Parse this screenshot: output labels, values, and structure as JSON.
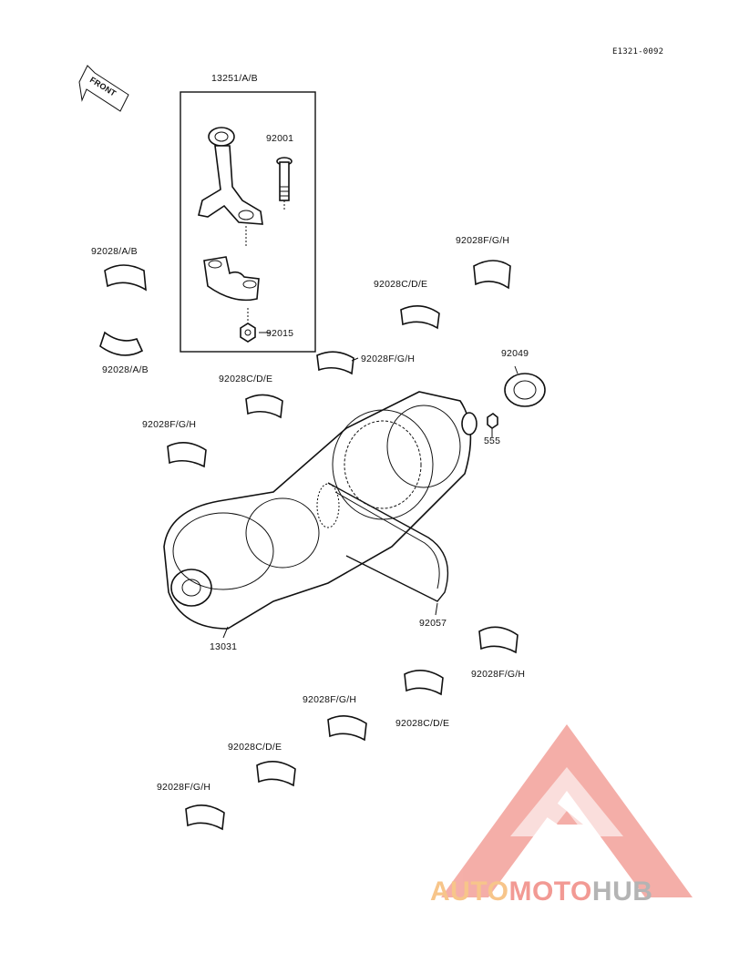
{
  "diagram": {
    "code": "E1321-0092",
    "front_label": "FRONT",
    "labels": {
      "conrod_assy": "13251/A/B",
      "conrod_bolt": "92001",
      "conrod_nut": "92015",
      "brg_ab_top": "92028/A/B",
      "brg_ab_bottom": "92028/A/B",
      "brg_fgh_1": "92028F/G/H",
      "brg_cde_1": "92028C/D/E",
      "brg_fgh_2": "92028F/G/H",
      "oil_seal": "92049",
      "pin": "555",
      "brg_cde_2": "92028C/D/E",
      "brg_fgh_3": "92028F/G/H",
      "crankshaft": "13031",
      "chain": "92057",
      "brg_fgh_4": "92028F/G/H",
      "brg_cde_3": "92028C/D/E",
      "brg_fgh_5": "92028F/G/H",
      "brg_cde_4": "92028C/D/E",
      "brg_fgh_6": "92028F/G/H"
    }
  },
  "watermark": {
    "word_auto": "AUTO",
    "word_moto": "MOTO",
    "word_hub": "HUB",
    "color_auto": "#f7c58a",
    "color_moto": "#f29a94",
    "color_hub": "#b4b4b4"
  }
}
